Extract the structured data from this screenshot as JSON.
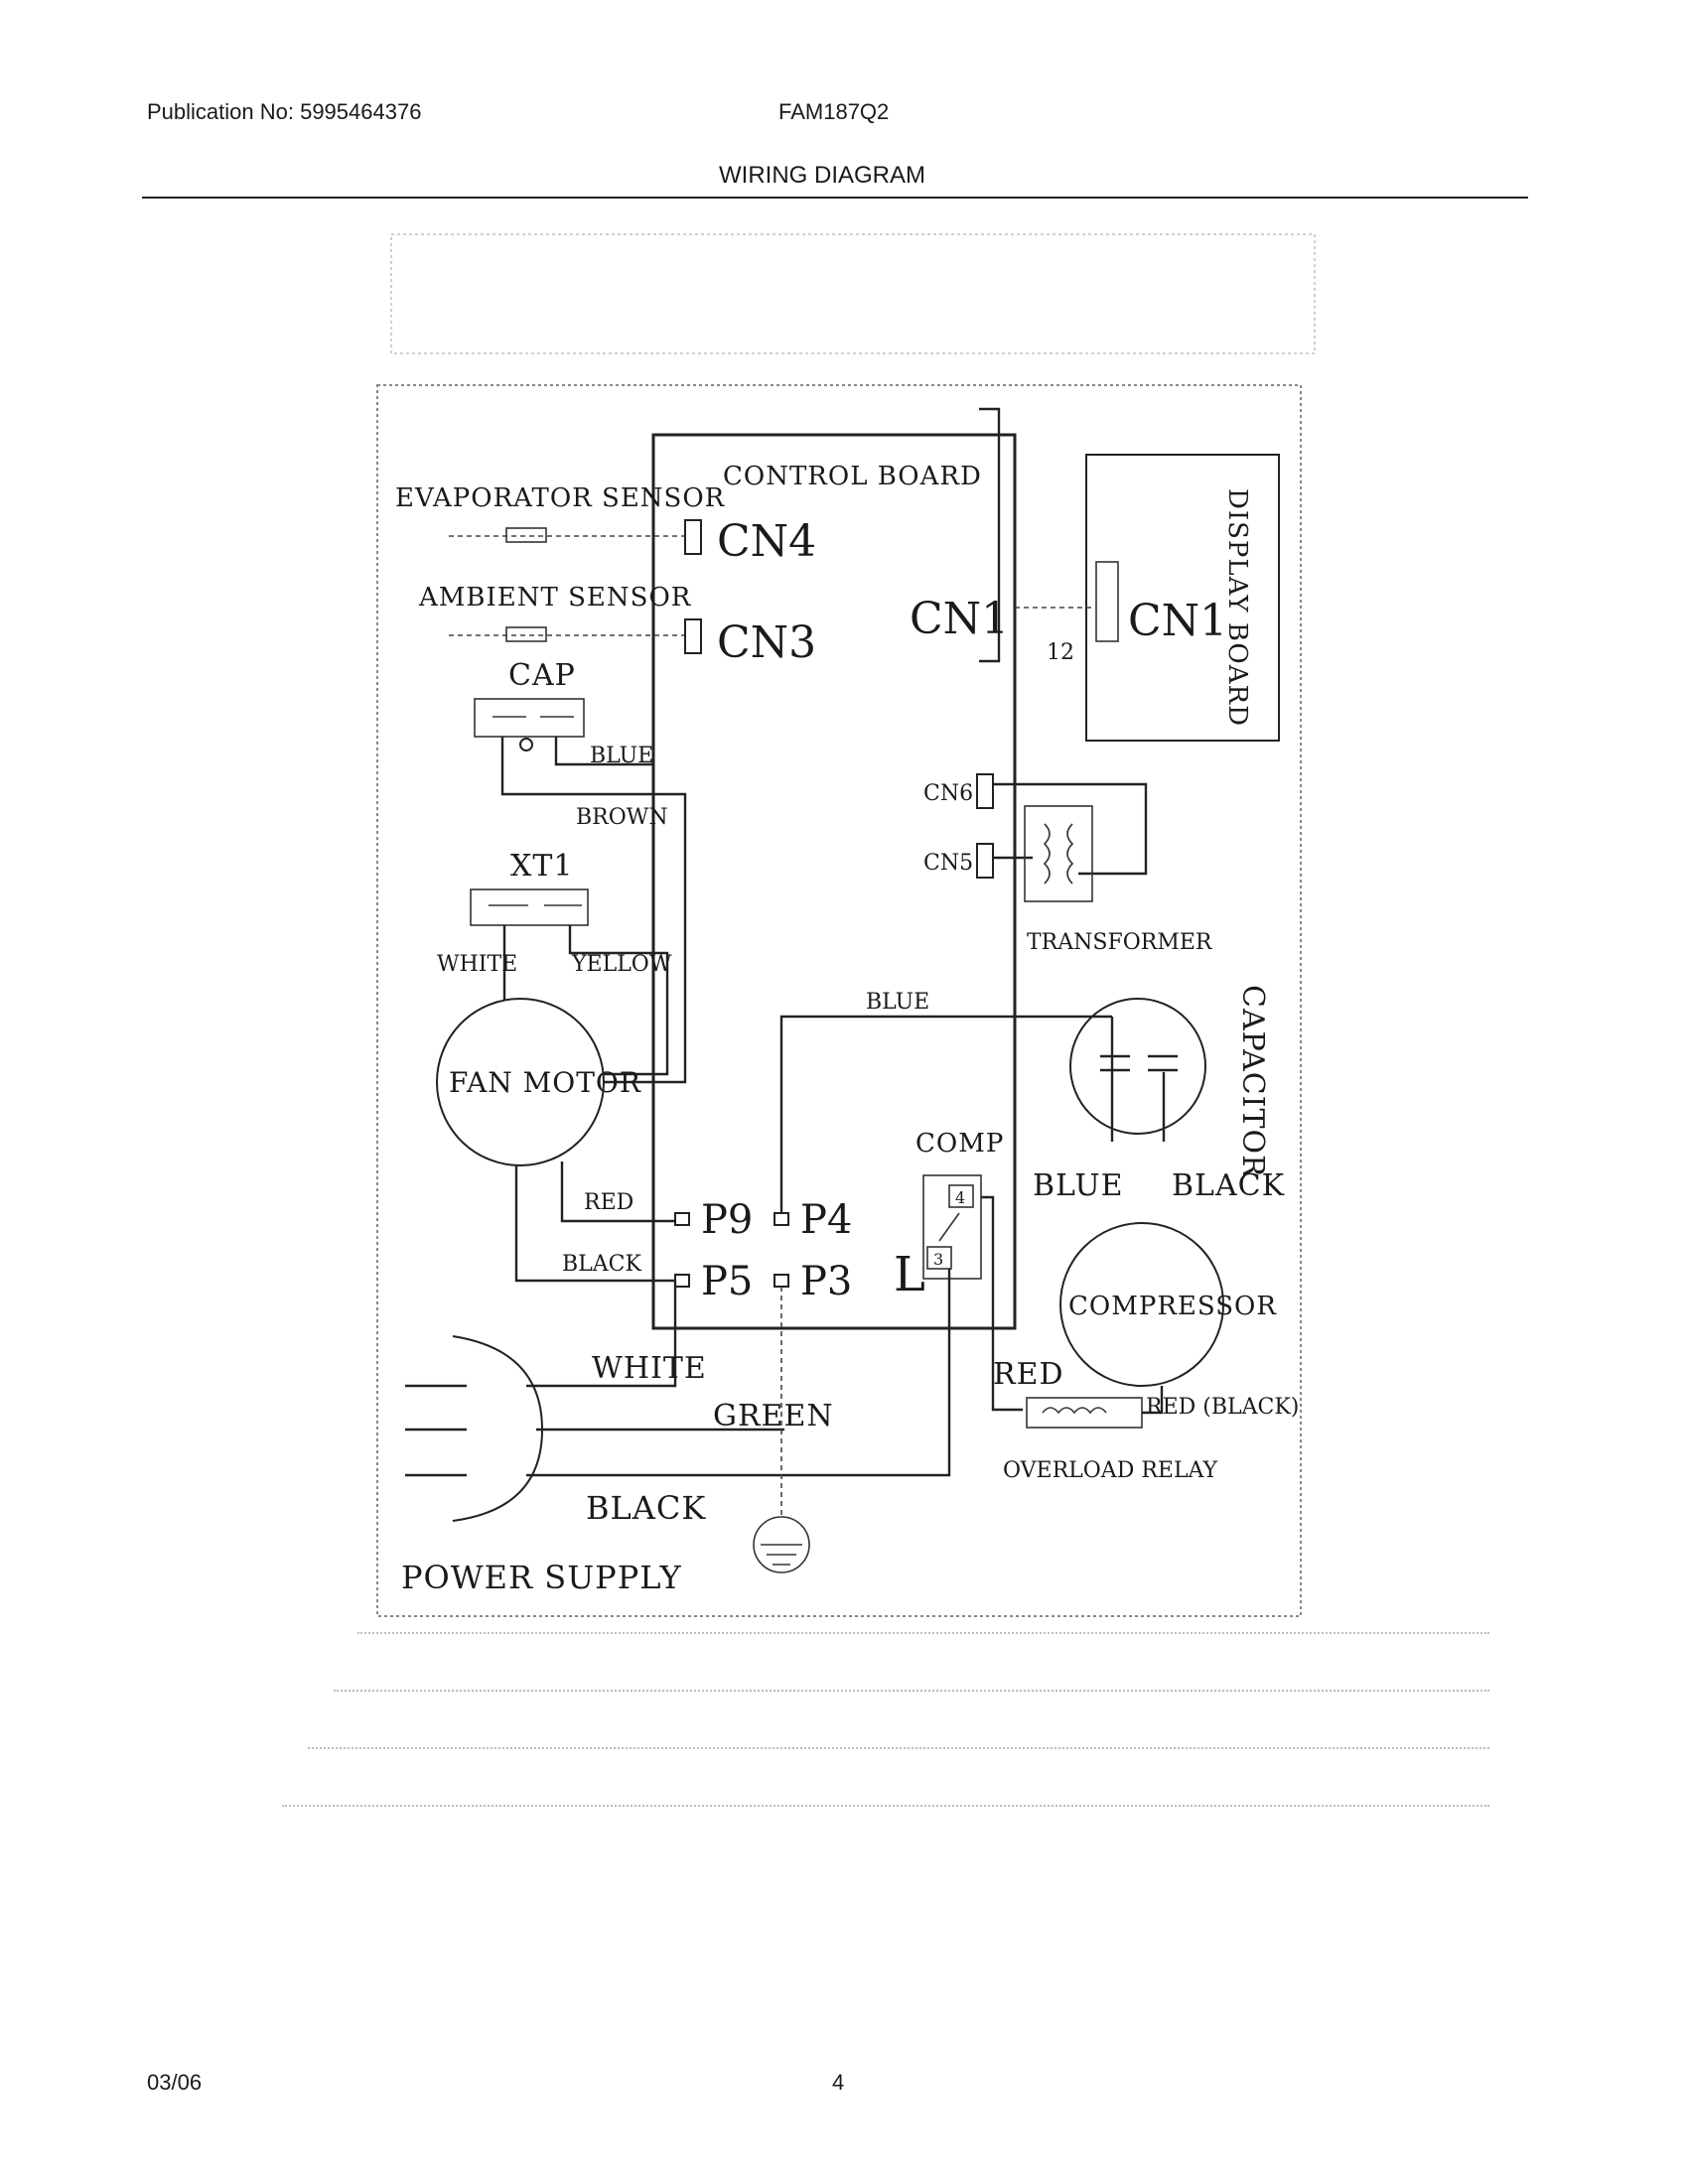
{
  "header": {
    "publication": "Publication No: 5995464376",
    "model": "FAM187Q2",
    "title": "WIRING DIAGRAM"
  },
  "footer": {
    "date": "03/06",
    "page": "4"
  },
  "diagram": {
    "evaporator_sensor": "EVAPORATOR SENSOR",
    "ambient_sensor": "AMBIENT SENSOR",
    "cap": "CAP",
    "xt1": "XT1",
    "fan_motor": "FAN MOTOR",
    "control_board": "CONTROL BOARD",
    "display_board": "DISPLAY BOARD",
    "transformer": "TRANSFORMER",
    "capacitor": "CAPACITOR",
    "compressor": "COMPRESSOR",
    "overload_relay": "OVERLOAD RELAY",
    "power_supply": "POWER SUPPLY",
    "comp": "COMP",
    "connectors": {
      "cn4": "CN4",
      "cn3": "CN3",
      "cn1_control": "CN1",
      "cn1_display": "CN1",
      "cn6": "CN6",
      "cn5": "CN5",
      "p9": "P9",
      "p4": "P4",
      "p5": "P5",
      "p3": "P3",
      "l": "L",
      "pin4": "4",
      "pin3": "3",
      "cable_count": "12"
    },
    "wires": {
      "blue_cap": "BLUE",
      "brown": "BROWN",
      "white_fan": "WHITE",
      "yellow": "YELLOW",
      "red_fan": "RED",
      "black_fan": "BLACK",
      "blue_top": "BLUE",
      "blue_cap2": "BLUE",
      "black_cap2": "BLACK",
      "white_supply": "WHITE",
      "green": "GREEN",
      "black_supply": "BLACK",
      "red_comp": "RED",
      "red_black": "RED (BLACK)"
    }
  }
}
